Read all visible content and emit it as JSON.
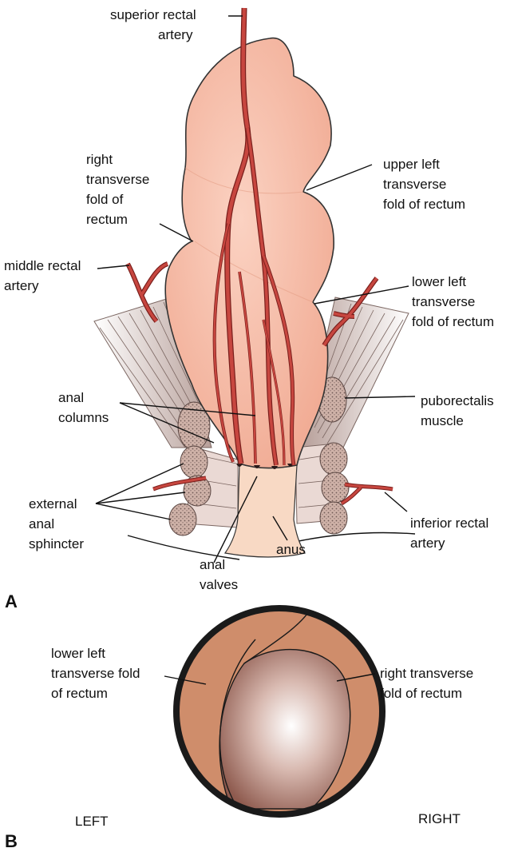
{
  "panel_a": {
    "letter": "A",
    "labels": {
      "superior_rectal_artery": [
        "superior rectal",
        "artery"
      ],
      "right_transverse_fold": [
        "right",
        "transverse",
        "fold of",
        "rectum"
      ],
      "upper_left_transverse_fold": [
        "upper left",
        "transverse",
        "fold of rectum"
      ],
      "middle_rectal_artery": [
        "middle rectal",
        "artery"
      ],
      "lower_left_transverse_fold": [
        "lower left",
        "transverse",
        "fold of rectum"
      ],
      "anal_columns": [
        "anal",
        "columns"
      ],
      "puborectalis_muscle": [
        "puborectalis",
        "muscle"
      ],
      "external_anal_sphincter": [
        "external",
        "anal",
        "sphincter"
      ],
      "inferior_rectal_artery": [
        "inferior rectal",
        "artery"
      ],
      "anus": [
        "anus"
      ],
      "anal_valves": [
        "anal",
        "valves"
      ]
    }
  },
  "panel_b": {
    "letter": "B",
    "labels": {
      "lower_left_transverse_fold": [
        "lower left",
        "transverse fold",
        "of rectum"
      ],
      "right_transverse_fold": [
        "right transverse",
        "fold of rectum"
      ],
      "left": "LEFT",
      "right": "RIGHT"
    }
  },
  "colors": {
    "rectum_fill": "#f4b49e",
    "rectum_highlight": "#fbd2c2",
    "artery": "#c7463f",
    "artery_outline": "#7a1f1c",
    "anal_canal": "#f8d9c4",
    "muscle_stripe": "#c9b4ae",
    "sphincter_dot": "#c8a79d",
    "scope_rim": "#1a1a1a",
    "scope_fold": "#cf8d6b",
    "scope_center": "#ffffff",
    "scope_edge": "#8e5a4e"
  }
}
